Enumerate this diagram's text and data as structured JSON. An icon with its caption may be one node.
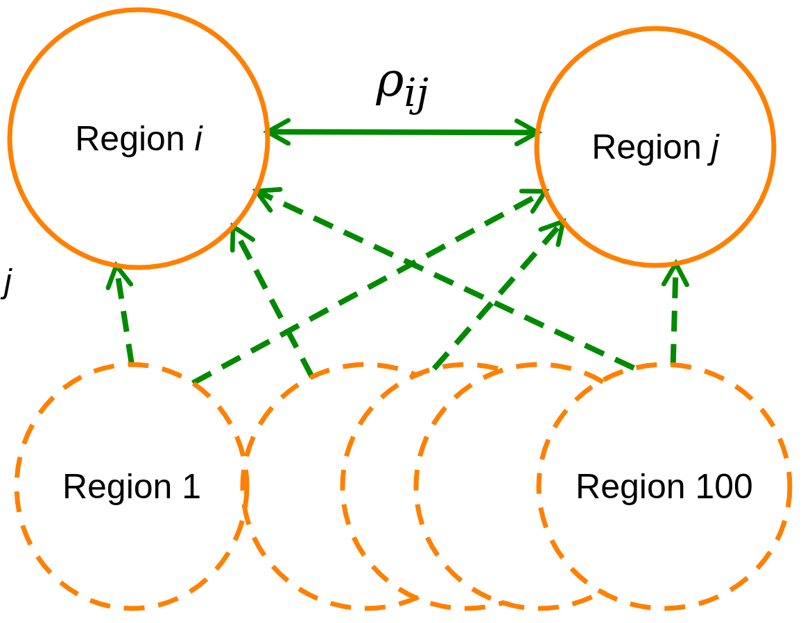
{
  "diagram": {
    "nodes": [
      {
        "text": [
          "Region *i*"
        ]
      },
      {
        "text": [
          "Region *j*"
        ]
      },
      {
        "text": [
          "Region 1"
        ]
      },
      {
        "text": [],
        "shape": "circle"
      },
      {
        "text": [],
        "shape": "circle"
      },
      {
        "text": [],
        "shape": "circle"
      },
      {
        "text": [
          "Region 100"
        ]
      }
    ],
    "edges": [
      {
        "from": 0,
        "to": 1,
        "arrow": "both",
        "label": "ρ$_{ij}$"
      },
      {
        "from": 2,
        "to": 0,
        "arrow": "to",
        "style": "dashed"
      },
      {
        "from": 2,
        "to": 1,
        "arrow": "to",
        "style": "dashed"
      },
      {
        "from": 3,
        "to": 0,
        "arrow": "to",
        "style": "dashed"
      },
      {
        "from": 4,
        "to": 1,
        "arrow": "to",
        "style": "dashed"
      },
      {
        "from": 6,
        "to": 0,
        "arrow": "to",
        "style": "dashed"
      },
      {
        "from": 6,
        "to": 1,
        "arrow": "to",
        "style": "dashed"
      }
    ],
    "labels": [
      "j"
    ]
  }
}
